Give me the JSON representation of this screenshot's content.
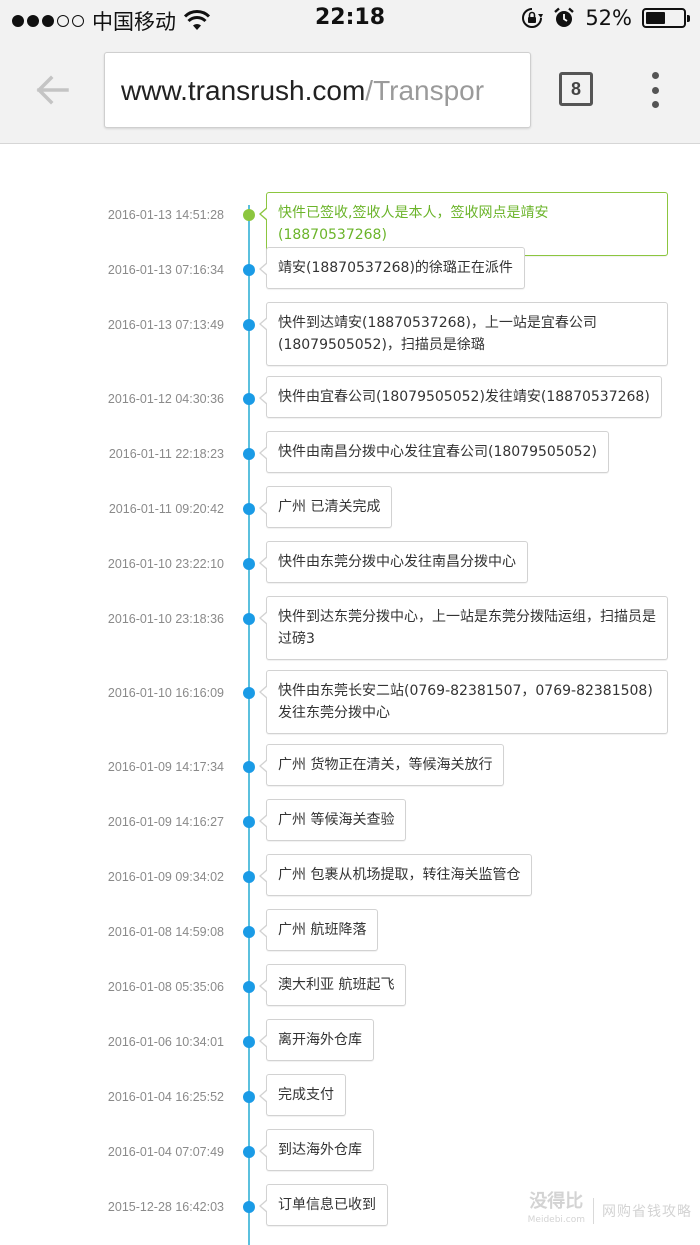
{
  "status_bar": {
    "carrier": "中国移动",
    "time": "22:18",
    "battery_percent": "52%",
    "battery_level": 0.52,
    "signal_filled": 3,
    "signal_total": 5
  },
  "browser": {
    "url_host": "www.transrush.com",
    "url_path": "/Transpor",
    "tab_count": "8"
  },
  "timeline": {
    "events": [
      {
        "date": "2016-01-13 14:51:28",
        "text": "快件已签收,签收人是本人，签收网点是靖安(18870537268)",
        "latest": true
      },
      {
        "date": "2016-01-13 07:16:34",
        "text": "靖安(18870537268)的徐璐正在派件"
      },
      {
        "date": "2016-01-13 07:13:49",
        "text": "快件到达靖安(18870537268)，上一站是宜春公司(18079505052)，扫描员是徐璐"
      },
      {
        "date": "2016-01-12 04:30:36",
        "text": "快件由宜春公司(18079505052)发往靖安(18870537268)"
      },
      {
        "date": "2016-01-11 22:18:23",
        "text": "快件由南昌分拨中心发往宜春公司(18079505052)"
      },
      {
        "date": "2016-01-11 09:20:42",
        "text": "广州 已清关完成"
      },
      {
        "date": "2016-01-10 23:22:10",
        "text": "快件由东莞分拨中心发往南昌分拨中心"
      },
      {
        "date": "2016-01-10 23:18:36",
        "text": "快件到达东莞分拨中心，上一站是东莞分拨陆运组，扫描员是过磅3"
      },
      {
        "date": "2016-01-10 16:16:09",
        "text": "快件由东莞长安二站(0769-82381507，0769-82381508)发往东莞分拨中心"
      },
      {
        "date": "2016-01-09 14:17:34",
        "text": "广州 货物正在清关，等候海关放行"
      },
      {
        "date": "2016-01-09 14:16:27",
        "text": "广州 等候海关查验"
      },
      {
        "date": "2016-01-09 09:34:02",
        "text": "广州 包裹从机场提取，转往海关监管仓"
      },
      {
        "date": "2016-01-08 14:59:08",
        "text": "广州 航班降落"
      },
      {
        "date": "2016-01-08 05:35:06",
        "text": "澳大利亚 航班起飞"
      },
      {
        "date": "2016-01-06 10:34:01",
        "text": "离开海外仓库"
      },
      {
        "date": "2016-01-04 16:25:52",
        "text": "完成支付"
      },
      {
        "date": "2016-01-04 07:07:49",
        "text": "到达海外仓库"
      },
      {
        "date": "2015-12-28 16:42:03",
        "text": "订单信息已收到"
      }
    ]
  },
  "watermark": {
    "logo": "没得比",
    "site": "Meidebi.com",
    "slogan": "网购省钱攻略"
  },
  "colors": {
    "timeline_line": "#5bc0de",
    "dot": "#1a9be6",
    "latest": "#8cc63f"
  }
}
